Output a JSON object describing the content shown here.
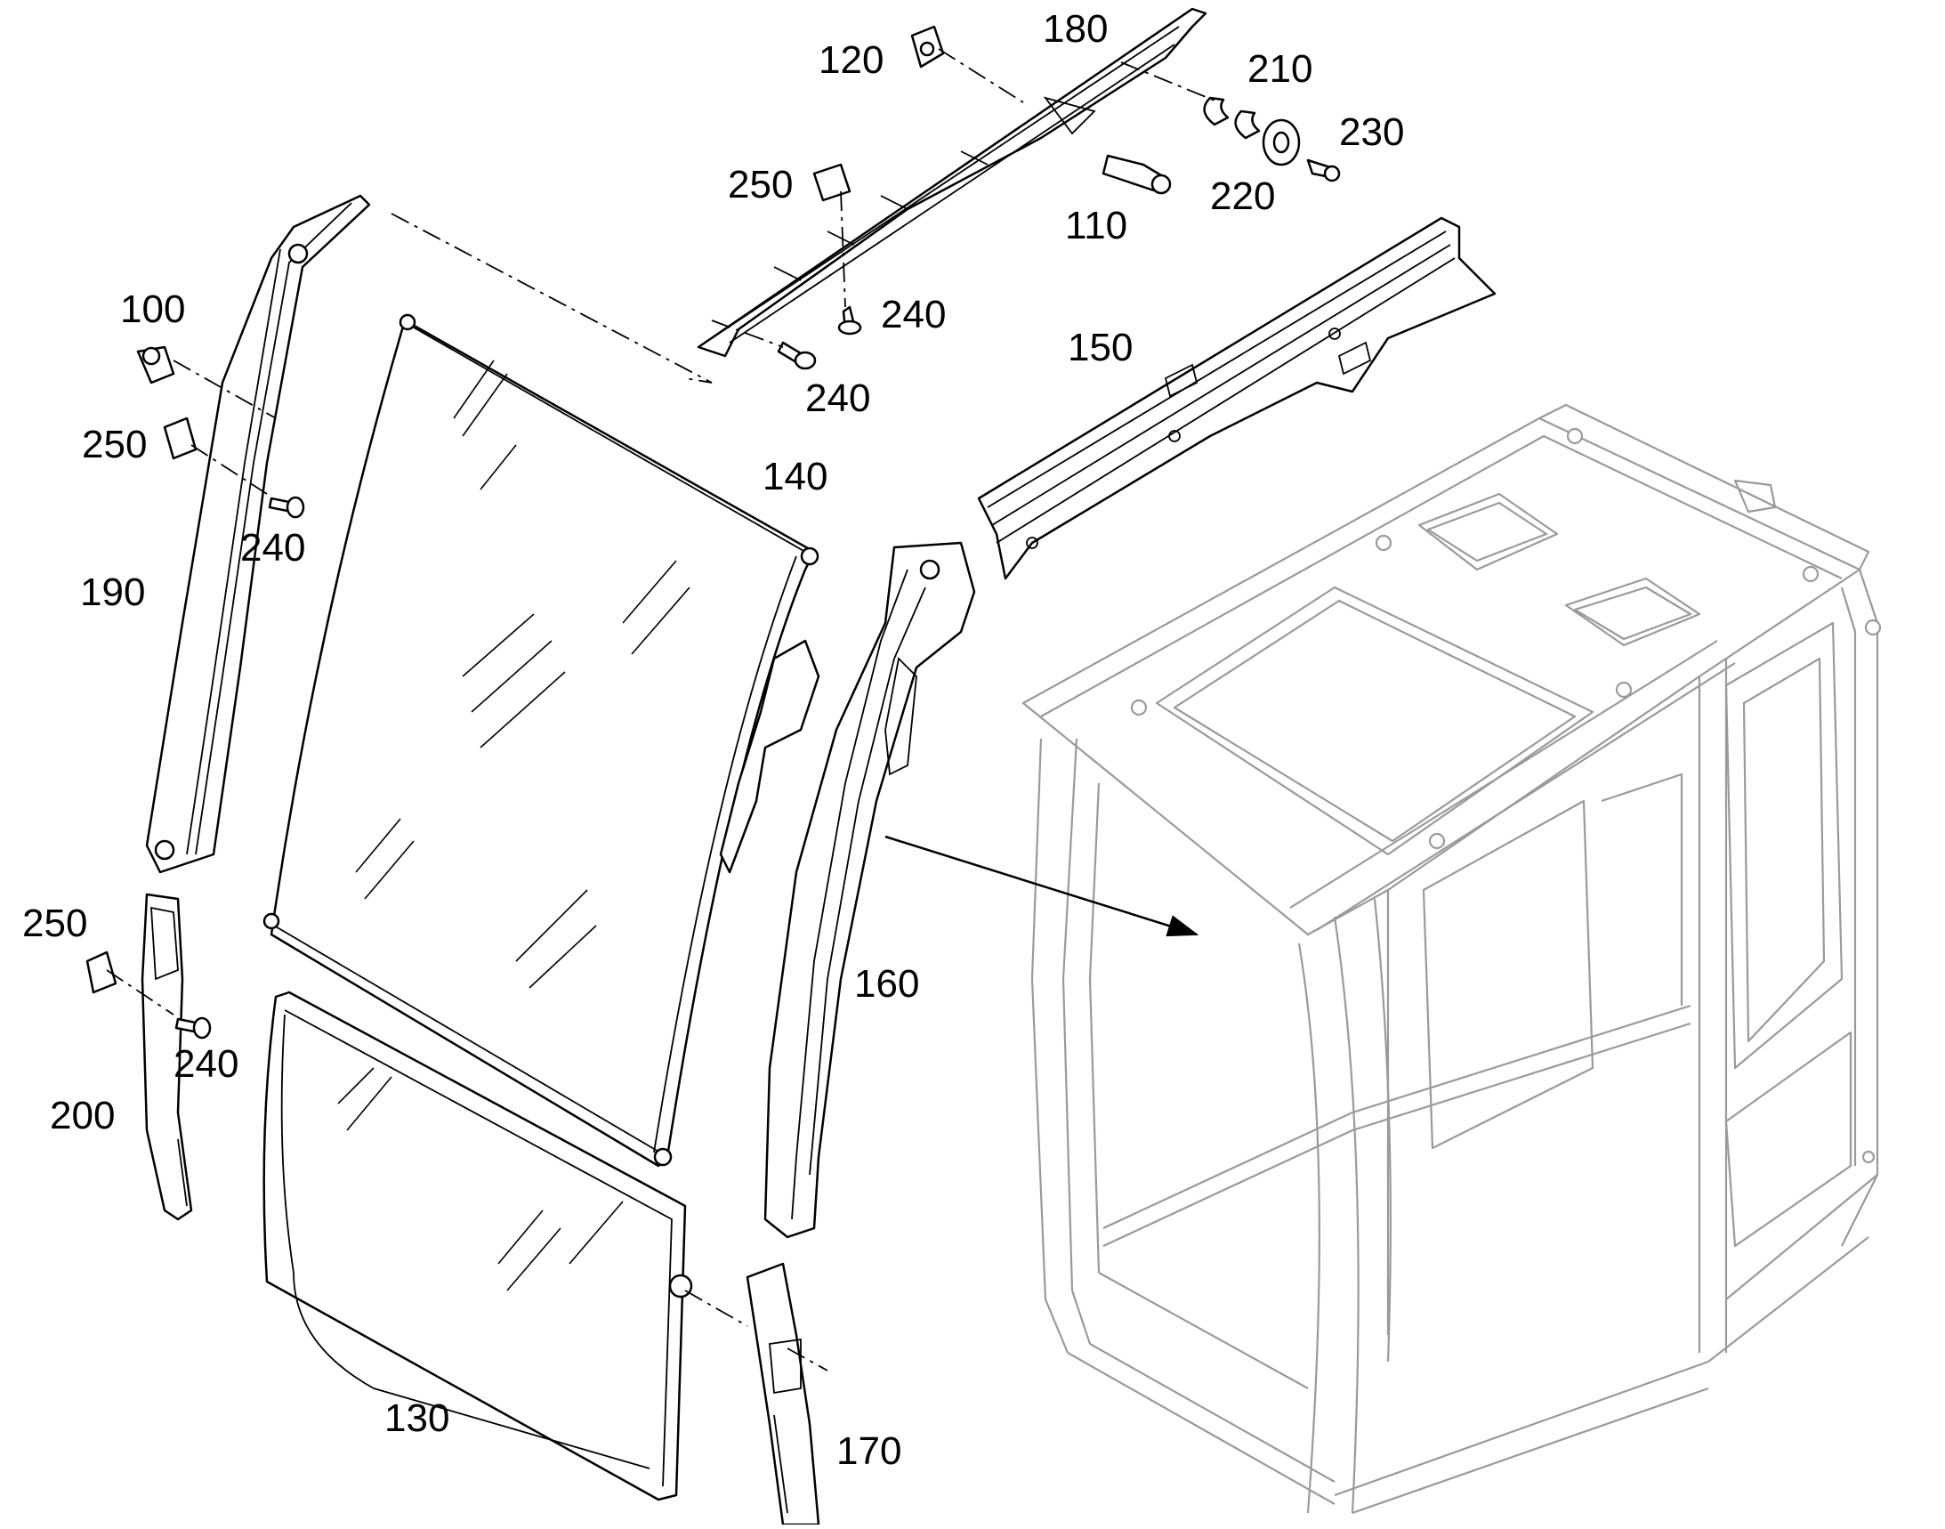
{
  "callouts": {
    "c100": "100",
    "c110": "110",
    "c120": "120",
    "c130": "130",
    "c140": "140",
    "c150": "150",
    "c160": "160",
    "c170": "170",
    "c180": "180",
    "c190": "190",
    "c200": "200",
    "c210": "210",
    "c220": "220",
    "c230": "230",
    "c240a": "240",
    "c240b": "240",
    "c240c": "240",
    "c240d": "240",
    "c250a": "250",
    "c250b": "250",
    "c250c": "250"
  },
  "colors": {
    "line": "#000000",
    "cab_outline": "#9a9a9a",
    "background": "#ffffff"
  }
}
